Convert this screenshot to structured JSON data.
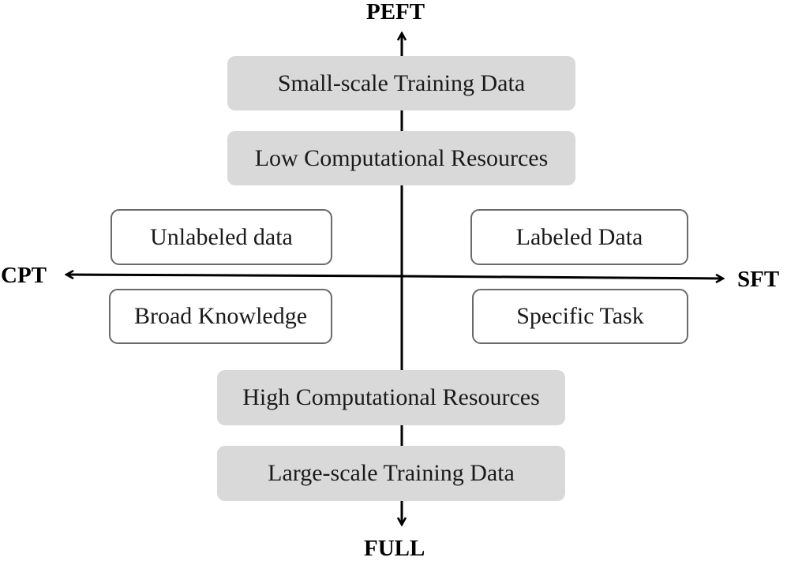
{
  "axes": {
    "top": "PEFT",
    "bottom": "FULL",
    "left": "CPT",
    "right": "SFT"
  },
  "boxes": {
    "top_outer": "Small-scale Training Data",
    "top_inner": "Low Computational Resources",
    "left_upper": "Unlabeled data",
    "left_lower": "Broad Knowledge",
    "right_upper": "Labeled Data",
    "right_lower": "Specific Task",
    "bottom_inner": "High Computational Resources",
    "bottom_outer": "Large-scale Training Data"
  },
  "colors": {
    "filled_box": "#d9d9d9",
    "outline": "#6a6a6a",
    "axis": "#000000"
  }
}
